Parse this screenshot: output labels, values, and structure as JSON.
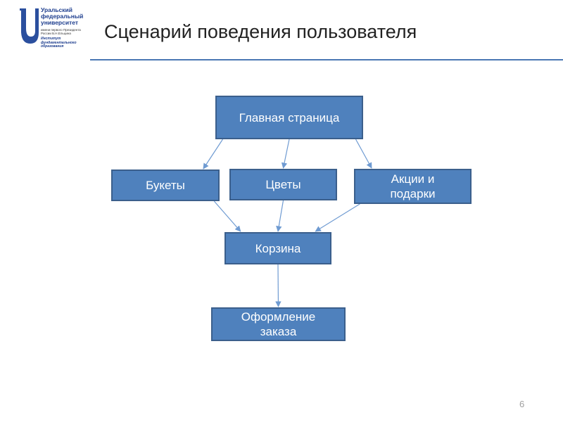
{
  "header": {
    "title": "Сценарий поведения пользователя",
    "logo": {
      "name_lines": [
        "Уральский",
        "федеральный",
        "университет"
      ],
      "subtitle": "имени первого Президента России Б.Н.Ельцина",
      "institute": "Институт фундаментального образования",
      "accent_color": "#2b4f9e"
    }
  },
  "diagram": {
    "nodes": [
      {
        "id": "main",
        "label": "Главная страница"
      },
      {
        "id": "bouquets",
        "label": "Букеты"
      },
      {
        "id": "flowers",
        "label": "Цветы"
      },
      {
        "id": "promo",
        "label": "Акции и\nподарки"
      },
      {
        "id": "cart",
        "label": "Корзина"
      },
      {
        "id": "checkout",
        "label": "Оформление\nзаказа"
      }
    ],
    "edges": [
      {
        "from": "main",
        "to": "bouquets"
      },
      {
        "from": "main",
        "to": "flowers"
      },
      {
        "from": "main",
        "to": "promo"
      },
      {
        "from": "bouquets",
        "to": "cart"
      },
      {
        "from": "flowers",
        "to": "cart"
      },
      {
        "from": "promo",
        "to": "cart"
      },
      {
        "from": "cart",
        "to": "checkout"
      }
    ],
    "node_fill": "#4f81bd",
    "edge_color": "#6f9bd2"
  },
  "footer": {
    "page_number": "6"
  }
}
